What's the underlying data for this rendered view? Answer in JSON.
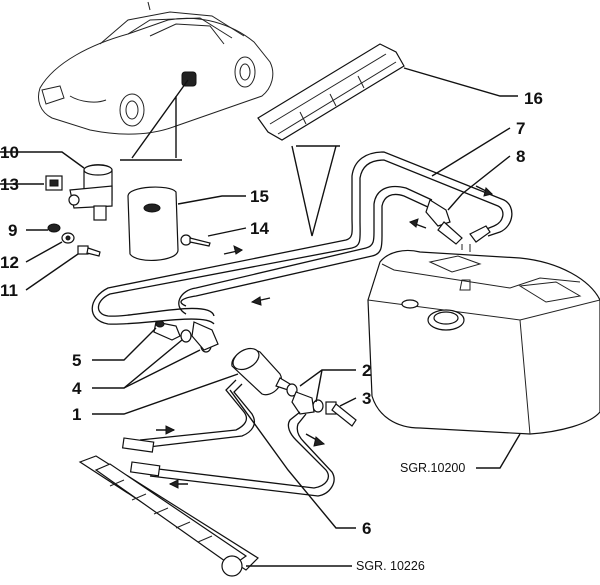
{
  "diagram": {
    "callouts": [
      {
        "id": "c1",
        "text": "1"
      },
      {
        "id": "c2",
        "text": "2"
      },
      {
        "id": "c3",
        "text": "3"
      },
      {
        "id": "c4",
        "text": "4"
      },
      {
        "id": "c5",
        "text": "5"
      },
      {
        "id": "c6",
        "text": "6"
      },
      {
        "id": "c7",
        "text": "7"
      },
      {
        "id": "c8",
        "text": "8"
      },
      {
        "id": "c9",
        "text": "9"
      },
      {
        "id": "c10",
        "text": "10"
      },
      {
        "id": "c11",
        "text": "11"
      },
      {
        "id": "c12",
        "text": "12"
      },
      {
        "id": "c13",
        "text": "13"
      },
      {
        "id": "c14",
        "text": "14"
      },
      {
        "id": "c15",
        "text": "15"
      },
      {
        "id": "c16",
        "text": "16"
      }
    ],
    "references": {
      "tank": "SGR.10200",
      "rail": "SGR. 10226"
    }
  }
}
